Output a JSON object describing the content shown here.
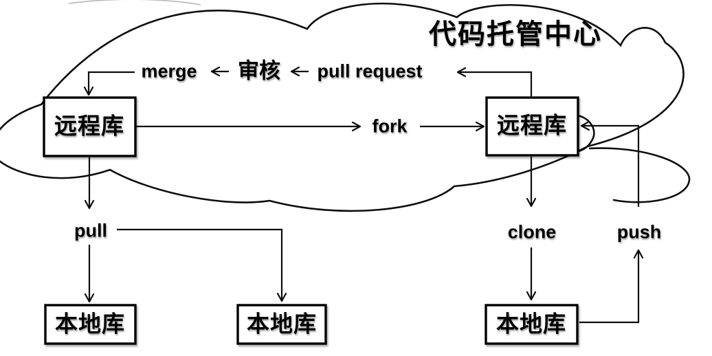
{
  "diagram": {
    "type": "flow-diagram",
    "title": "代码托管中心",
    "nodes": [
      {
        "id": "remote-left",
        "label": "远程库"
      },
      {
        "id": "remote-right",
        "label": "远程库"
      },
      {
        "id": "local-left",
        "label": "本地库"
      },
      {
        "id": "local-middle",
        "label": "本地库"
      },
      {
        "id": "local-right",
        "label": "本地库"
      }
    ],
    "edge_labels": {
      "merge": "merge",
      "review": "审核",
      "pull_request": "pull request",
      "fork": "fork",
      "pull": "pull",
      "clone": "clone",
      "push": "push"
    },
    "flows": [
      {
        "from": "remote-left",
        "to": "remote-right",
        "label": "fork"
      },
      {
        "from": "remote-right",
        "to": "remote-left",
        "label": "pull request → 审核 → merge"
      },
      {
        "from": "remote-left",
        "to": "local-left",
        "label": "pull"
      },
      {
        "from": "remote-left",
        "to": "local-middle",
        "label": "pull"
      },
      {
        "from": "remote-right",
        "to": "local-right",
        "label": "clone"
      },
      {
        "from": "local-right",
        "to": "remote-right",
        "label": "push"
      }
    ],
    "colors": {
      "background": "#ffffff",
      "line": "#0d0d0d",
      "text": "#000000"
    }
  }
}
